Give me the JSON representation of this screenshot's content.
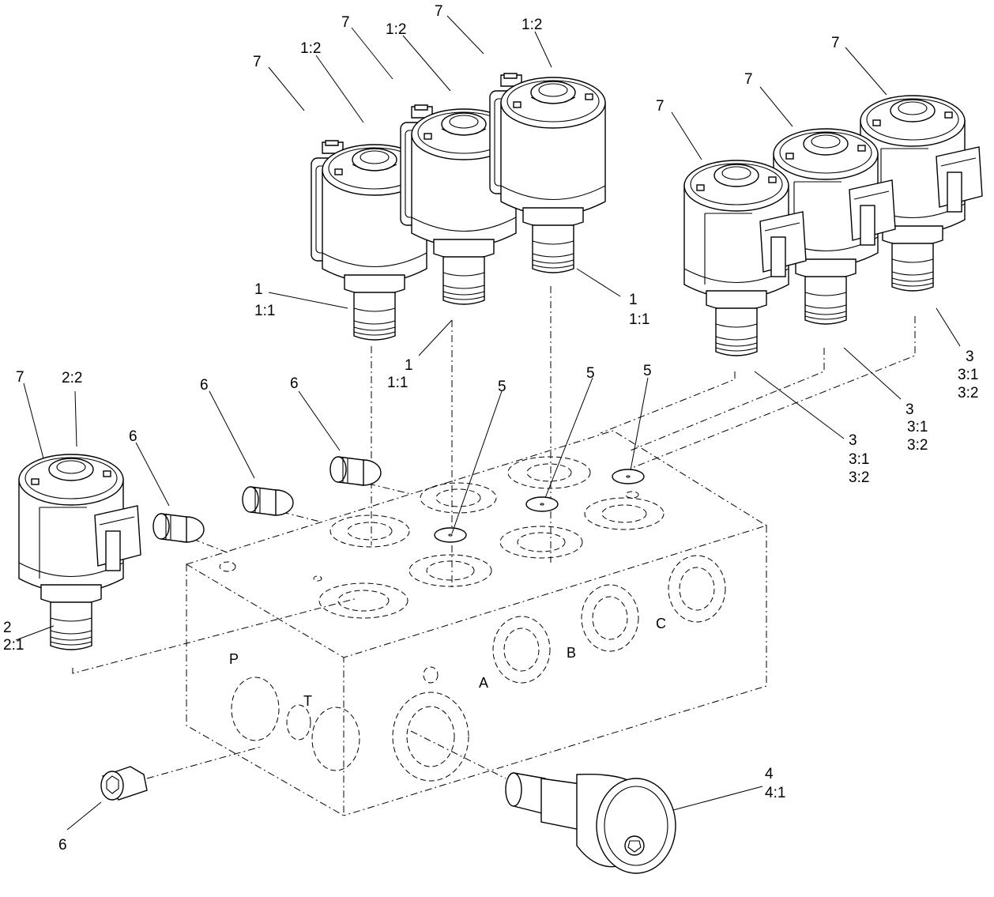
{
  "callouts": {
    "c7_a": "7",
    "c12_a": "1:2",
    "c7_b": "7",
    "c12_b": "1:2",
    "c7_c": "7",
    "c12_c": "1:2",
    "c7_d": "7",
    "c7_e": "7",
    "c7_f": "7",
    "c7_g": "7",
    "c22": "2:2",
    "c1_a": "1",
    "c11_a": "1:1",
    "c1_b": "1",
    "c11_b": "1:1",
    "c1_c": "1",
    "c11_c": "1:1",
    "c3_a": "3",
    "c31_a": "3:1",
    "c32_a": "3:2",
    "c3_b": "3",
    "c31_b": "3:1",
    "c32_b": "3:2",
    "c3_c": "3",
    "c31_c": "3:1",
    "c32_c": "3:2",
    "c6_a": "6",
    "c6_b": "6",
    "c6_c": "6",
    "c6_d": "6",
    "c5_a": "5",
    "c5_b": "5",
    "c5_c": "5",
    "c2": "2",
    "c21": "2:1",
    "c4": "4",
    "c41": "4:1"
  },
  "ports": {
    "p": "P",
    "t": "T",
    "a": "A",
    "b": "B",
    "c": "C"
  }
}
